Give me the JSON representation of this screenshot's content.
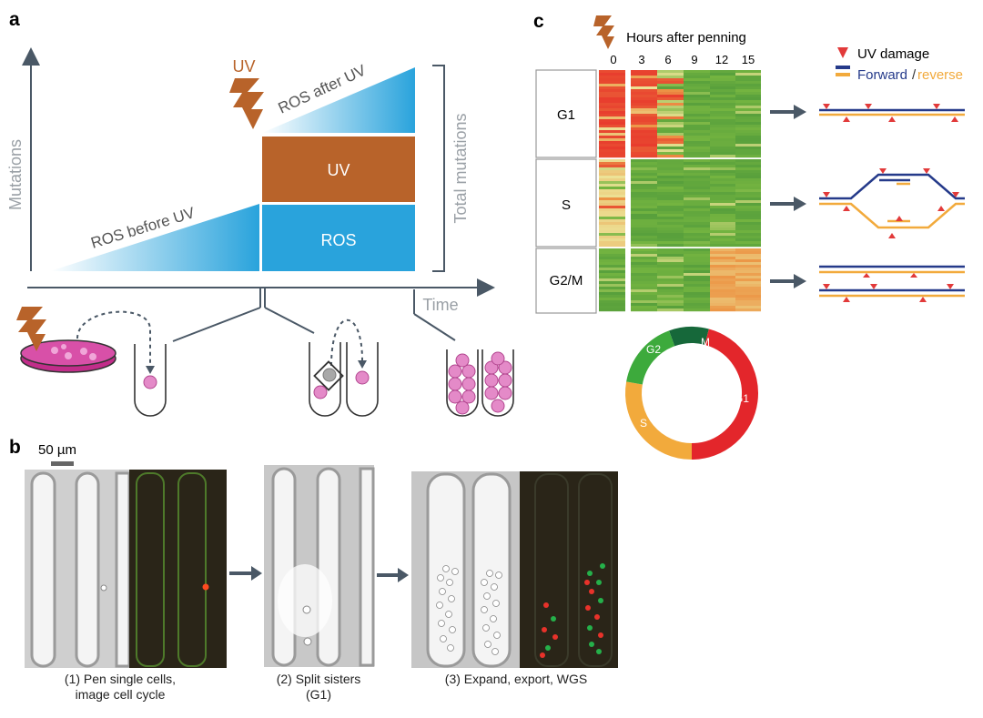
{
  "panels": {
    "a": "a",
    "b": "b",
    "c": "c"
  },
  "panel_a": {
    "y_axis": "Mutations",
    "x_axis": "Time",
    "uv_mark": "UV",
    "ros_before": "ROS before UV",
    "ros_after": "ROS after UV",
    "uv_box": "UV",
    "ros_box": "ROS",
    "total": "Total mutations",
    "colors": {
      "ros": "#29a3dc",
      "uv": "#b8632a",
      "axis": "#4a5866"
    }
  },
  "panel_b": {
    "scale": "50 µm",
    "captions": [
      {
        "l1": "(1) Pen single cells,",
        "l2": "image cell cycle"
      },
      {
        "l1": "(2) Split sisters",
        "l2": "(G1)"
      },
      {
        "l1": "(3) Expand, export, WGS",
        "l2": ""
      }
    ]
  },
  "panel_c": {
    "title": "Hours after penning",
    "hours": [
      "0",
      "3",
      "6",
      "9",
      "12",
      "15"
    ],
    "phases": [
      "G1",
      "S",
      "G2/M"
    ],
    "legend": {
      "damage": "UV damage",
      "forward": "Forward",
      "slash": "/",
      "reverse": "reverse"
    },
    "cycle_labels": [
      "G2",
      "M",
      "G1",
      "S"
    ],
    "colors": {
      "forward": "#253a8a",
      "reverse": "#f2aa3c",
      "damage": "#e23a3a",
      "g1": "#e3262b",
      "s": "#f2aa3c",
      "g2": "#3daa3c",
      "m": "#16683a"
    }
  }
}
